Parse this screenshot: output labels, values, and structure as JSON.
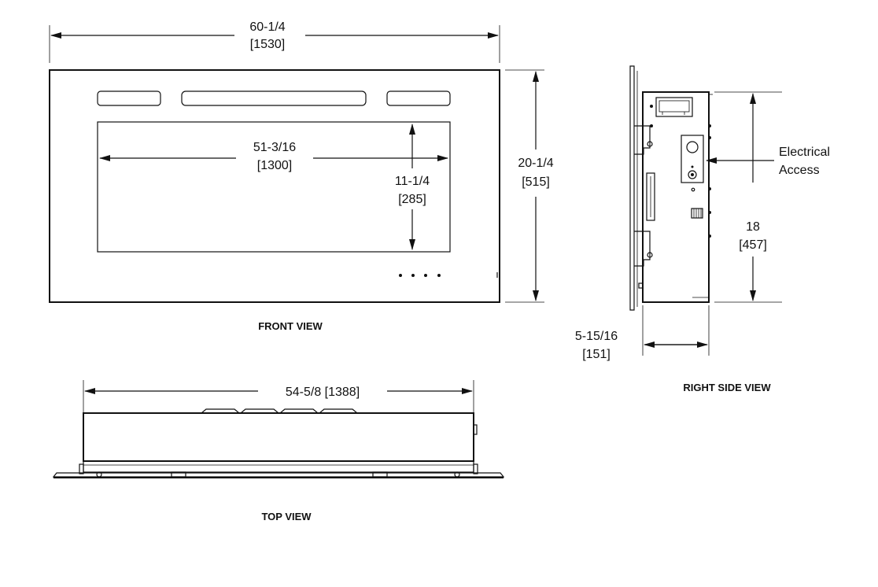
{
  "front_view": {
    "caption": "FRONT VIEW",
    "overall_width": "60-1/4",
    "overall_width_mm": "[1530]",
    "overall_height": "20-1/4",
    "overall_height_mm": "[515]",
    "glass_width": "51-3/16",
    "glass_width_mm": "[1300]",
    "glass_height": "11-1/4",
    "glass_height_mm": "[285]"
  },
  "side_view": {
    "caption": "RIGHT SIDE VIEW",
    "callout_line1": "Electrical",
    "callout_line2": "Access",
    "body_height": "18",
    "body_height_mm": "[457]",
    "depth": "5-15/16",
    "depth_mm": "[151]"
  },
  "top_view": {
    "caption": "TOP VIEW",
    "width": "54-5/8 [1388]"
  }
}
